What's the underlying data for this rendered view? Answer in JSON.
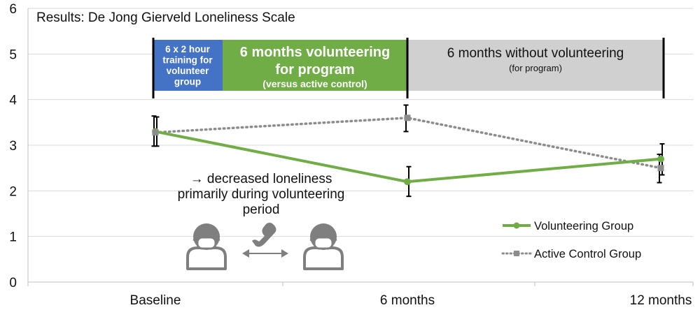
{
  "chart_data": {
    "type": "line",
    "title": "Results: De Jong Gierveld Loneliness Scale",
    "xlabel": "",
    "ylabel": "",
    "categories": [
      "Baseline",
      "6 months",
      "12 months"
    ],
    "ylim": [
      0,
      6
    ],
    "yticks": [
      0,
      1,
      2,
      3,
      4,
      5,
      6
    ],
    "grid": true,
    "legend_position": "bottom-right",
    "series": [
      {
        "name": "Volunteering Group",
        "style": "solid",
        "color": "#70ad47",
        "values": [
          3.3,
          2.2,
          2.7
        ],
        "error_low": [
          2.98,
          1.88,
          2.35
        ],
        "error_high": [
          3.62,
          2.53,
          3.03
        ]
      },
      {
        "name": "Active Control Group",
        "style": "dotted",
        "color": "#8c8c8c",
        "values": [
          3.28,
          3.6,
          2.5
        ],
        "error_low": [
          2.98,
          3.3,
          2.18
        ],
        "error_high": [
          3.64,
          3.88,
          2.8
        ]
      }
    ],
    "phases": [
      {
        "lines": [
          "6 x 2 hour",
          "training for",
          "volunteer",
          "group"
        ],
        "color": "#4472c4"
      },
      {
        "lines": [
          "6 months volunteering",
          "for program"
        ],
        "sub": "(versus active control)",
        "color": "#70ad47"
      },
      {
        "lines": [
          "6 months without volunteering"
        ],
        "sub": "(for program)",
        "color": "#d0d0d0"
      }
    ],
    "annotation": {
      "lines": [
        "→ decreased loneliness",
        "primarily during volunteering",
        "period"
      ]
    }
  },
  "icons": {
    "person_left": "masked-person-icon",
    "person_right": "masked-person-icon",
    "phone": "phone-icon",
    "exchange": "double-arrow-icon",
    "person_color": "#7f7f7f"
  }
}
